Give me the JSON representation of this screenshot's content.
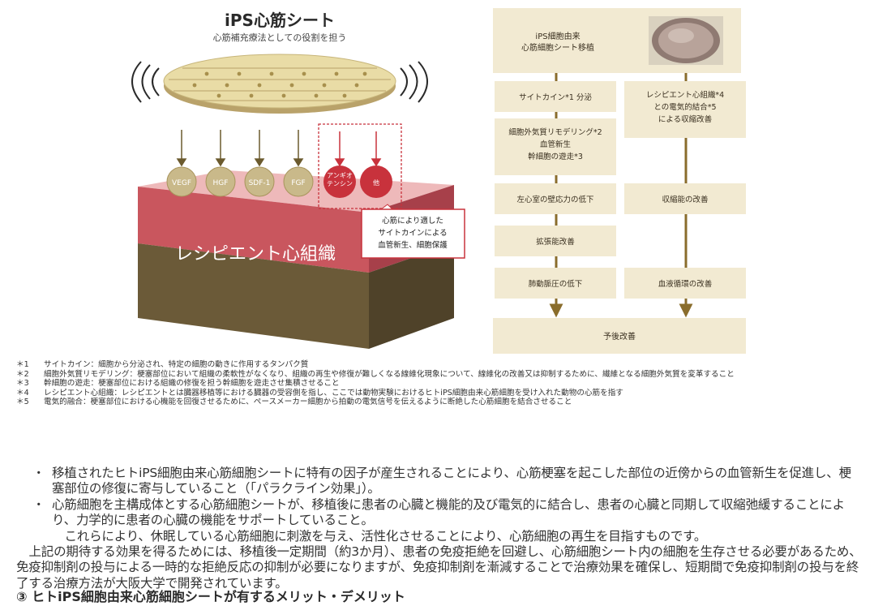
{
  "illustration": {
    "title": "iPS心筋シート",
    "subtitle": "心筋補充療法としての役割を担う",
    "factors": [
      "VEGF",
      "HGF",
      "SDF-1",
      "FGF"
    ],
    "highlight_factors": [
      "アンギオ\nテンシン",
      "他"
    ],
    "callout": [
      "心筋により適した",
      "サイトカインによる",
      "血管新生、細胞保護"
    ],
    "tissue_label": "レシピエント心組織",
    "colors": {
      "sheet": "#e9dca6",
      "tissue_top": "#e9a7aa",
      "tissue_red": "#c9565e",
      "tissue_brown": "#5f5031",
      "factor": "#c9b98a",
      "highlight": "#c8323c"
    }
  },
  "flowchart": {
    "top": [
      "iPS細胞由来",
      "心筋細胞シート移植"
    ],
    "left": [
      [
        "サイトカイン*1 分泌"
      ],
      [
        "細胞外気質リモデリング*2",
        "血管新生",
        "幹細胞の遊走*3"
      ],
      [
        "左心室の壁応力の低下"
      ],
      [
        "拡張能改善"
      ],
      [
        "肺動脈圧の低下"
      ]
    ],
    "right": [
      [
        "レシピエント心組織*4",
        "との電気的結合*5",
        "による収縮改善"
      ],
      [
        "収縮能の改善"
      ],
      [
        "血液循環の改善"
      ]
    ],
    "bottom": "予後改善",
    "colors": {
      "box": "#f2ead2",
      "arrow": "#8a6d2c"
    }
  },
  "notes": [
    {
      "mark": "＊1",
      "text": "サイトカイン：細胞から分泌され、特定の細胞の動きに作用するタンパク質"
    },
    {
      "mark": "＊2",
      "text": "細胞外気質リモデリング：梗塞部位において組織の柔軟性がなくなり、組織の再生や修復が難しくなる線維化現象について、線維化の改善又は抑制するために、繊維となる細胞外気質を変革すること"
    },
    {
      "mark": "＊3",
      "text": "幹細胞の遊走：梗塞部位における組織の修復を担う幹細胞を遊走させ集積させること"
    },
    {
      "mark": "＊4",
      "text": "レシピエント心組織：レシピエントとは臓器移植等における臓器の受容側を指し、ここでは動物実験におけるヒトiPS細胞由来心筋細胞を受け入れた動物の心筋を指す"
    },
    {
      "mark": "＊5",
      "text": "電気的融合：梗塞部位における心機能を回復させるために、ペースメーカー細胞から拍動の電気信号を伝えるように断絶した心筋細胞を結合させること"
    }
  ],
  "body": {
    "bullets": [
      "移植されたヒトiPS細胞由来心筋細胞シートに特有の因子が産生されることにより、心筋梗塞を起こした部位の近傍からの血管新生を促進し、梗塞部位の修復に寄与していること（「パラクライン効果」）。",
      "心筋細胞を主構成体とする心筋細胞シートが、移植後に患者の心臓と機能的及び電気的に結合し、患者の心臓と同期して収縮弛緩することにより、力学的に患者の心臓の機能をサポートしていること。"
    ],
    "para1": "これらにより、休眠している心筋細胞に刺激を与え、活性化させることにより、心筋細胞の再生を目指すものです。",
    "para2": "上記の期待する効果を得るためには、移植後一定期間（約3か月）、患者の免疫拒絶を回避し、心筋細胞シート内の細胞を生存させる必要があるため、免疫抑制剤の投与による一時的な拒絶反応の抑制が必要になりますが、免疫抑制剤を漸減することで治療効果を確保し、短期間で免疫抑制剤の投与を終了する治療方法が大阪大学で開発されています。",
    "bullet_mark": "・"
  },
  "heading": "③ ヒトiPS細胞由来心筋細胞シートが有するメリット・デメリット"
}
